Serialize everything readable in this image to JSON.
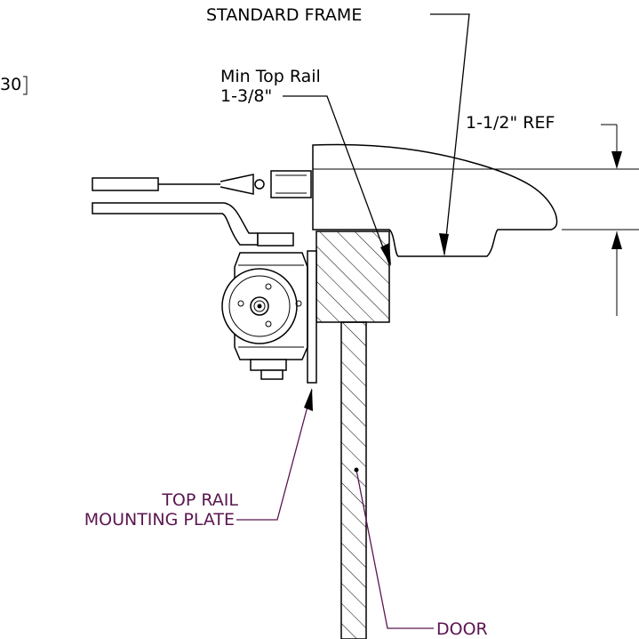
{
  "labels": {
    "standard_frame": "STANDARD FRAME",
    "min_top_rail_line1": "Min Top Rail",
    "min_top_rail_line2": "1-3/8\"",
    "ref_dimension": "1-1/2\" REF",
    "cropped_bracket": "30",
    "top_rail_line1": "TOP RAIL",
    "top_rail_line2": "MOUNTING PLATE",
    "door": "DOOR"
  },
  "colors": {
    "line": "#000000",
    "callout_text": "#5a1650",
    "background": "#ffffff"
  }
}
